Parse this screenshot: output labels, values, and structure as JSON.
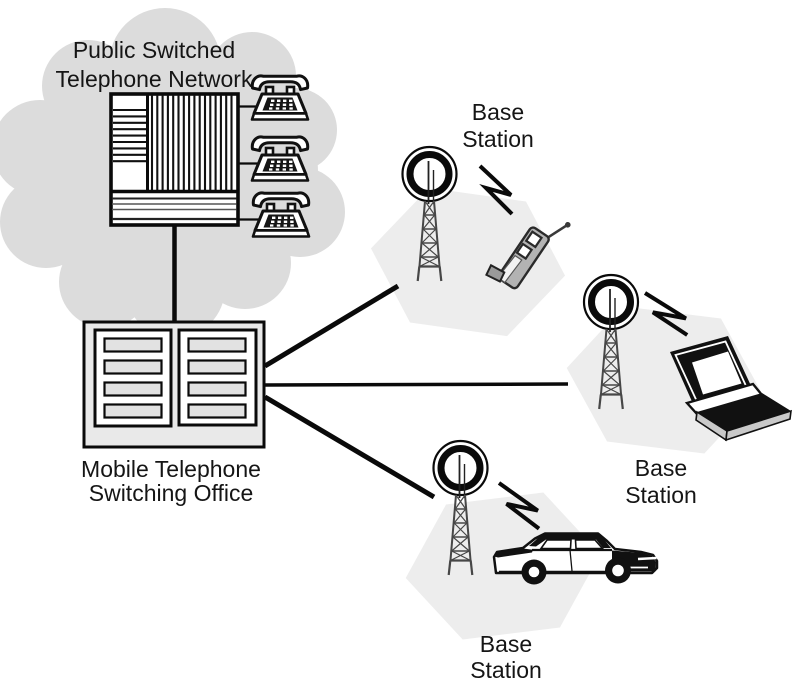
{
  "figure": {
    "description": "Cellular network architecture diagram",
    "pstn": {
      "label_line1": "Public Switched",
      "label_line2": "Telephone Network",
      "telephone_count": 3
    },
    "mtso": {
      "label_line1": "Mobile Telephone",
      "label_line2": "Switching Office"
    },
    "cells": [
      {
        "label_line1": "Base",
        "label_line2": "Station",
        "device": "mobile-phone"
      },
      {
        "label_line1": "Base",
        "label_line2": "Station",
        "device": "laptop"
      },
      {
        "label_line1": "Base",
        "label_line2": "Station",
        "device": "car"
      }
    ],
    "colors": {
      "cloud": "#dcdcdc",
      "cell_fill": "#ededed",
      "ink": "#111111",
      "box_fill": "#e9e9e9",
      "slot_fill": "#e2e2e2",
      "device_gray": "#b3b3b3"
    }
  }
}
